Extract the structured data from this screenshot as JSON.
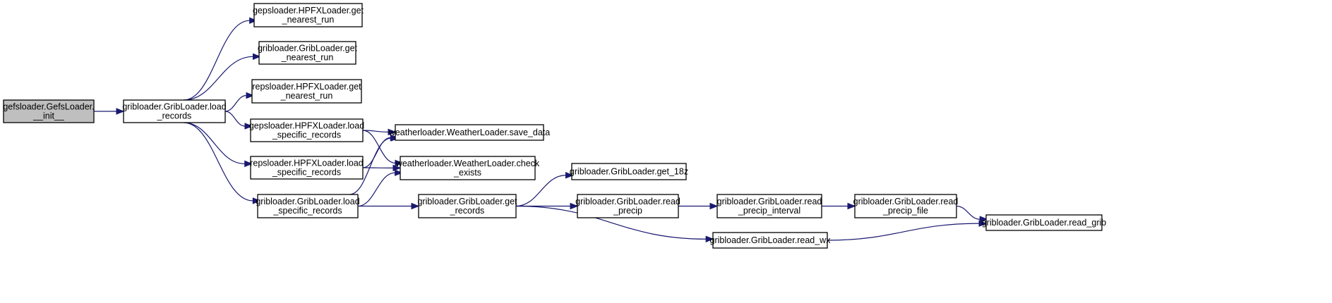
{
  "diagram": {
    "colors": {
      "edge": "#191970",
      "root_fill": "#bfbfbf",
      "node_fill": "#ffffff",
      "border": "#000000"
    },
    "nodes": [
      {
        "id": "root",
        "lines": [
          "gefsloader.GefsLoader.",
          "__init__"
        ],
        "root": true
      },
      {
        "id": "grib_load_records",
        "lines": [
          "gribloader.GribLoader.load",
          "_records"
        ]
      },
      {
        "id": "geps_get_nearest",
        "lines": [
          "gepsloader.HPFXLoader.get",
          "_nearest_run"
        ]
      },
      {
        "id": "grib_get_nearest",
        "lines": [
          "gribloader.GribLoader.get",
          "_nearest_run"
        ]
      },
      {
        "id": "reps_get_nearest",
        "lines": [
          "repsloader.HPFXLoader.get",
          "_nearest_run"
        ]
      },
      {
        "id": "geps_load_specific",
        "lines": [
          "gepsloader.HPFXLoader.load",
          "_specific_records"
        ]
      },
      {
        "id": "reps_load_specific",
        "lines": [
          "repsloader.HPFXLoader.load",
          "_specific_records"
        ]
      },
      {
        "id": "grib_load_specific",
        "lines": [
          "gribloader.GribLoader.load",
          "_specific_records"
        ]
      },
      {
        "id": "save_data",
        "lines": [
          "weatherloader.WeatherLoader.save_data"
        ]
      },
      {
        "id": "check_exists",
        "lines": [
          "weatherloader.WeatherLoader.check",
          "_exists"
        ]
      },
      {
        "id": "get_records",
        "lines": [
          "gribloader.GribLoader.get",
          "_records"
        ]
      },
      {
        "id": "get_18z",
        "lines": [
          "gribloader.GribLoader.get_18z"
        ]
      },
      {
        "id": "read_precip",
        "lines": [
          "gribloader.GribLoader.read",
          "_precip"
        ]
      },
      {
        "id": "read_precip_interval",
        "lines": [
          "gribloader.GribLoader.read",
          "_precip_interval"
        ]
      },
      {
        "id": "read_precip_file",
        "lines": [
          "gribloader.GribLoader.read",
          "_precip_file"
        ]
      },
      {
        "id": "read_grib",
        "lines": [
          "gribloader.GribLoader.read_grib"
        ]
      },
      {
        "id": "read_wx",
        "lines": [
          "gribloader.GribLoader.read_wx"
        ]
      }
    ],
    "edges": [
      [
        "root",
        "grib_load_records"
      ],
      [
        "grib_load_records",
        "geps_get_nearest"
      ],
      [
        "grib_load_records",
        "grib_get_nearest"
      ],
      [
        "grib_load_records",
        "reps_get_nearest"
      ],
      [
        "grib_load_records",
        "geps_load_specific"
      ],
      [
        "grib_load_records",
        "reps_load_specific"
      ],
      [
        "grib_load_records",
        "grib_load_specific"
      ],
      [
        "geps_load_specific",
        "save_data"
      ],
      [
        "geps_load_specific",
        "check_exists"
      ],
      [
        "reps_load_specific",
        "save_data"
      ],
      [
        "reps_load_specific",
        "check_exists"
      ],
      [
        "grib_load_specific",
        "save_data"
      ],
      [
        "grib_load_specific",
        "check_exists"
      ],
      [
        "grib_load_specific",
        "get_records"
      ],
      [
        "get_records",
        "get_18z"
      ],
      [
        "get_records",
        "read_precip"
      ],
      [
        "get_records",
        "read_wx"
      ],
      [
        "read_precip",
        "read_precip_interval"
      ],
      [
        "read_precip_interval",
        "read_precip_file"
      ],
      [
        "read_precip_file",
        "read_grib"
      ],
      [
        "read_wx",
        "read_grib"
      ]
    ]
  }
}
